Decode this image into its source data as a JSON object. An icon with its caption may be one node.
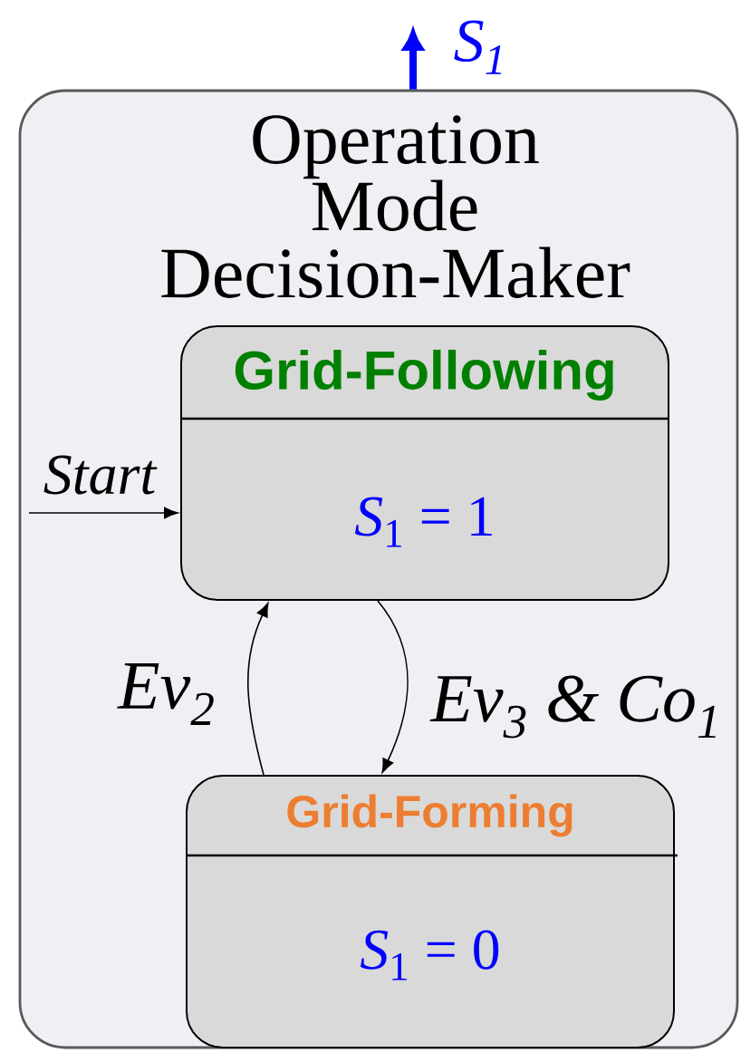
{
  "diagram": {
    "nodes": [
      {
        "text": [
          "Operation Mode Decision-Maker"
        ]
      },
      {
        "text": [
          "Grid-Following",
          "*S*$_{1}$ = 1"
        ],
        "in": 0
      },
      {
        "text": [
          "Grid-Forming",
          "*S*$_{1}$ = 0"
        ],
        "in": 0
      }
    ],
    "edges": [
      {
        "from": null,
        "to": 1,
        "arrow": "to",
        "label": "Start"
      },
      {
        "from": 1,
        "to": 2,
        "arrow": "to",
        "label": "*Ev*$_{3}$ & *Co*$_{1}$"
      },
      {
        "from": 2,
        "to": 1,
        "arrow": "to",
        "label": "*Ev*$_{2}$"
      },
      {
        "from": 0,
        "to": null,
        "arrow": "to",
        "label": "*S*$_{1}$",
        "style": "thick",
        "color": "#0000ff"
      }
    ]
  }
}
